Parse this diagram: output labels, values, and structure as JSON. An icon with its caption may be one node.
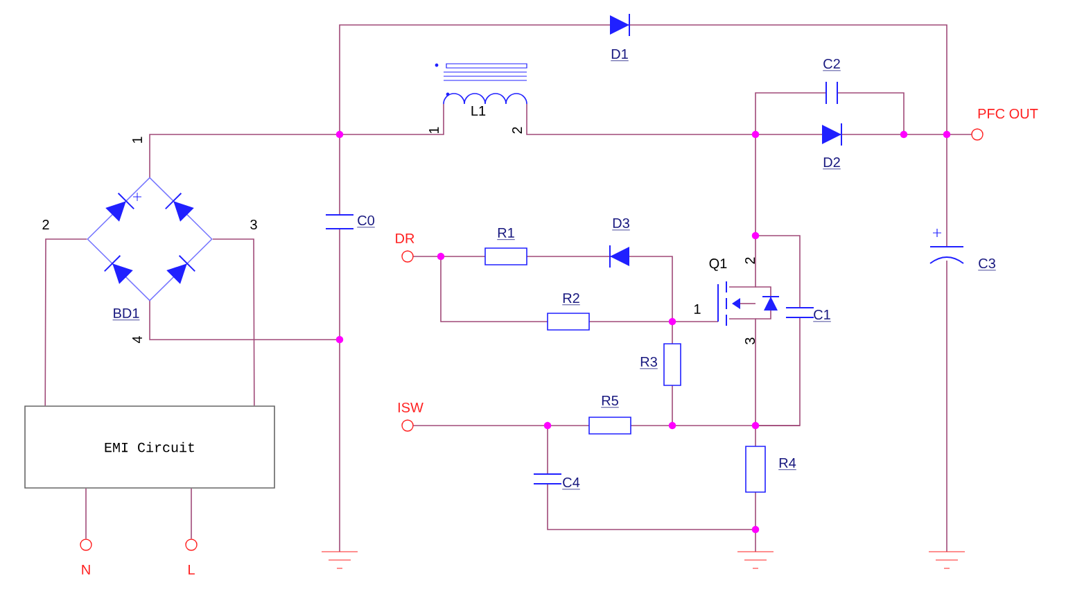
{
  "diagram": {
    "nodes": [
      {
        "text": [
          "EMI Circuit"
        ]
      },
      {
        "text": [],
        "shape": "circle",
        "beside": [
          "N"
        ]
      },
      {
        "text": [],
        "shape": "circle",
        "beside": [
          "L"
        ]
      },
      {
        "text": [],
        "shape": "diamond",
        "beside": [
          "BD1"
        ]
      },
      {
        "text": [],
        "shape": "circle",
        "beside": [
          "DR"
        ]
      },
      {
        "text": [],
        "shape": "circle",
        "beside": [
          "ISW"
        ]
      },
      {
        "text": [],
        "shape": "circle",
        "beside": [
          "PFC OUT"
        ]
      }
    ],
    "edges": [
      {
        "from": 0,
        "to": 3,
        "arrow": "none"
      },
      {
        "from": 0,
        "to": 3,
        "arrow": "none"
      },
      {
        "from": 1,
        "to": 0,
        "arrow": "none"
      },
      {
        "from": 2,
        "to": 0,
        "arrow": "none"
      }
    ],
    "labels": [
      "D1",
      "C2",
      "L1",
      "1",
      "1",
      "2",
      "D2",
      "2",
      "3",
      "C0",
      "R1",
      "D3",
      "Q1",
      "2",
      "C3",
      "R2",
      "1",
      "C1",
      "4",
      "3",
      "R3",
      "R5",
      "R4",
      "C4"
    ]
  }
}
